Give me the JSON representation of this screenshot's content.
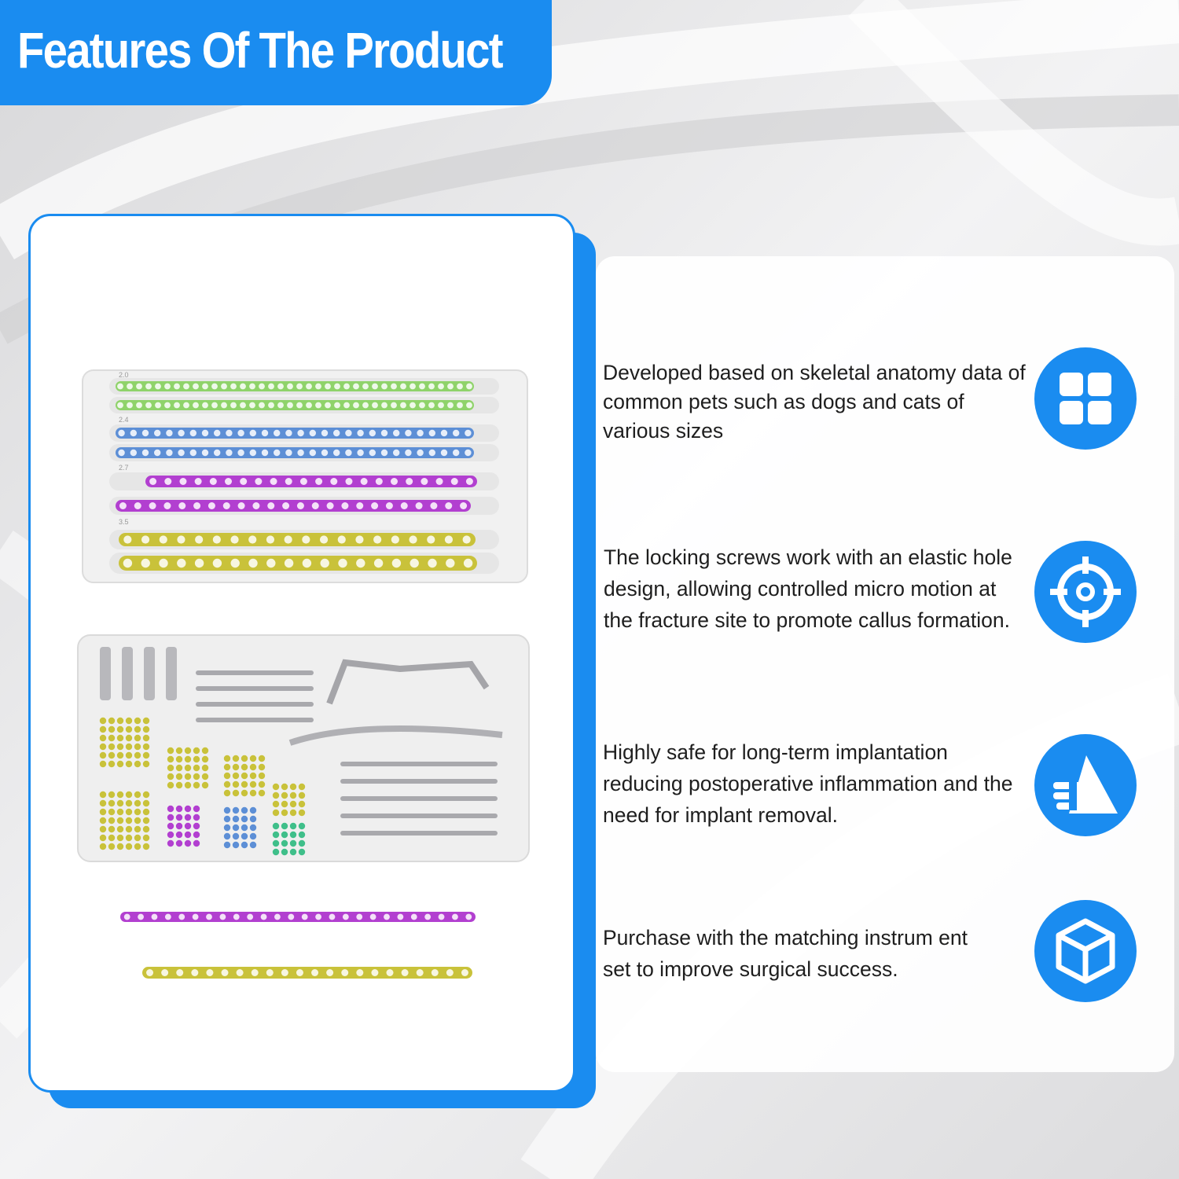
{
  "header": {
    "title": "Features Of The Product"
  },
  "colors": {
    "accent": "#1a8cf0",
    "plate_green": "#8fd36a",
    "plate_blue": "#5d8fd6",
    "plate_purple": "#b23fd0",
    "plate_gold": "#c9c23a"
  },
  "product_image": {
    "plate_size_labels": [
      "2.0",
      "2.4",
      "2.7",
      "3.5"
    ]
  },
  "features": [
    {
      "text": "Developed based on skeletal anatomy data of common pets such as dogs and cats of various sizes",
      "icon": "grid-icon"
    },
    {
      "text": "The locking screws work with an elastic hole design, allowing controlled micro motion at the fracture site to promote callus formation.",
      "icon": "target-icon"
    },
    {
      "text": "Highly safe for long-term implantation reducing postoperative inflammation and the need for implant removal.",
      "icon": "hand-triangle-icon"
    },
    {
      "text": "Purchase with the matching instrum ent set to improve surgical success.",
      "icon": "cube-icon"
    }
  ]
}
